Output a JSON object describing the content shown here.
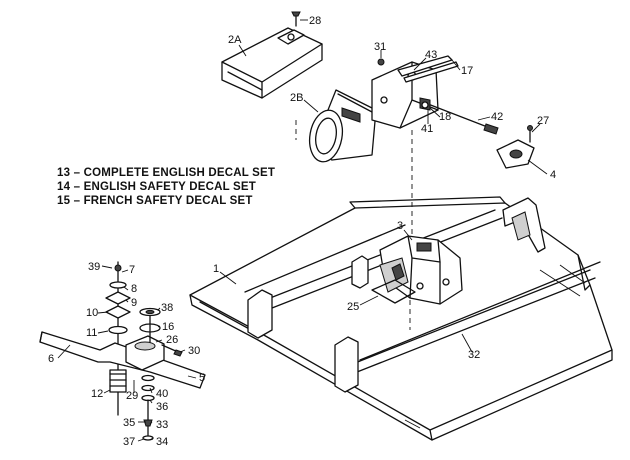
{
  "legend": [
    "13 – COMPLETE ENGLISH DECAL SET",
    "14 – ENGLISH SAFETY DECAL SET",
    "15 – FRENCH SAFETY DECAL SET"
  ],
  "callouts": {
    "c28": "28",
    "c2A": "2A",
    "c31": "31",
    "c43": "43",
    "c17": "17",
    "c2B": "2B",
    "c42": "42",
    "c41": "41",
    "c18": "18",
    "c27": "27",
    "c4": "4",
    "c3": "3",
    "c1": "1",
    "c25": "25",
    "c32": "32",
    "c39": "39",
    "c7": "7",
    "c8": "8",
    "c9": "9",
    "c10": "10",
    "c38": "38",
    "c11": "11",
    "c16": "16",
    "c26": "26",
    "c30": "30",
    "c6": "6",
    "c5": "5",
    "c12": "12",
    "c29": "29",
    "c40": "40",
    "c36": "36",
    "c33": "33",
    "c35": "35",
    "c37": "37",
    "c34": "34"
  }
}
